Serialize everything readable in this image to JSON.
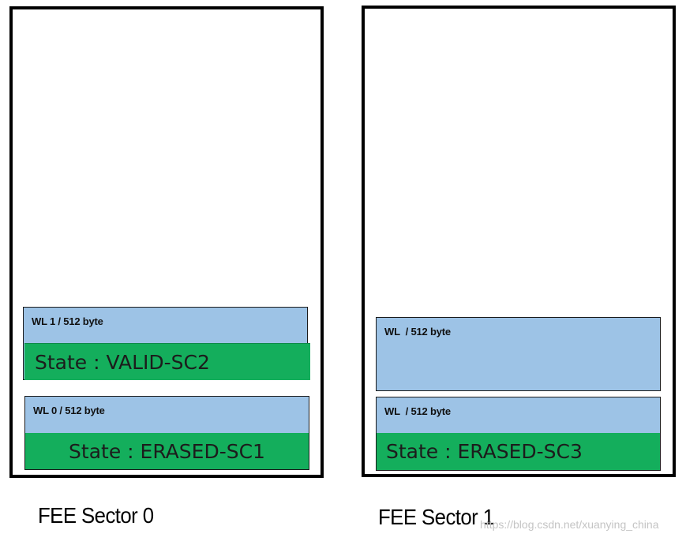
{
  "colors": {
    "wordline_fill": "#9dc3e6",
    "state_fill": "#14ae5c",
    "border": "#000000"
  },
  "sector0": {
    "caption": "FEE Sector 0",
    "wordlines": [
      {
        "label": "WL 1 / 512 byte",
        "state": "State : VALID-SC2"
      },
      {
        "label": "WL 0 / 512 byte",
        "state": "State : ERASED-SC1"
      }
    ]
  },
  "sector1": {
    "caption": "FEE Sector 1",
    "wordlines": [
      {
        "label": "WL  / 512 byte"
      },
      {
        "label": "WL  / 512 byte",
        "state": "State : ERASED-SC3"
      }
    ]
  },
  "watermark": "https://blog.csdn.net/xuanying_china"
}
